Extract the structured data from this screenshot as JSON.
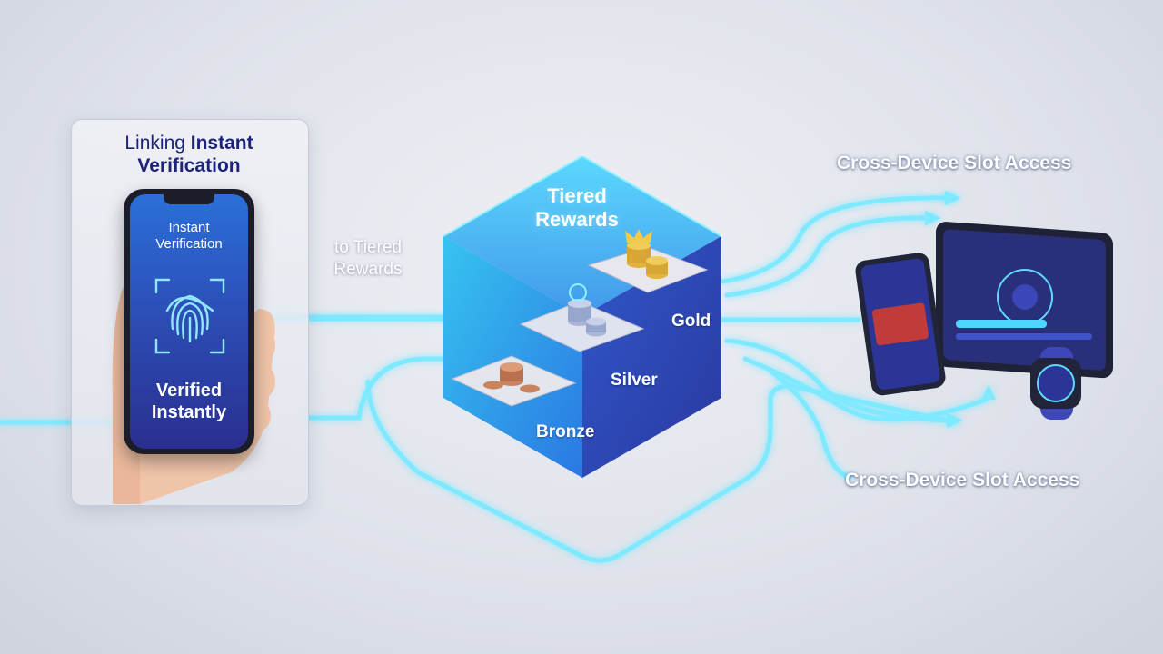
{
  "card": {
    "title_light": "Linking ",
    "title_bold_1": "Instant",
    "title_bold_2": "Verification"
  },
  "phone": {
    "screen_top_line1": "Instant",
    "screen_top_line2": "Verification",
    "screen_bottom_line1": "Verified",
    "screen_bottom_line2": "Instantly",
    "icon": "fingerprint-icon"
  },
  "connector_label": {
    "line1": "to Tiered",
    "line2": "Rewards"
  },
  "cube": {
    "title_line1": "Tiered",
    "title_line2": "Rewards",
    "tiers": [
      {
        "name": "Gold",
        "color": "#e1b441"
      },
      {
        "name": "Silver",
        "color": "#a9b6d6"
      },
      {
        "name": "Bronze",
        "color": "#c9835f"
      }
    ]
  },
  "access": {
    "top_label": "Cross-Device Slot Access",
    "bottom_label": "Cross-Device Slot Access"
  },
  "colors": {
    "accent_cyan": "#5fe3ff",
    "cube_blue": "#2e6ee0",
    "title_navy": "#1d237a"
  }
}
